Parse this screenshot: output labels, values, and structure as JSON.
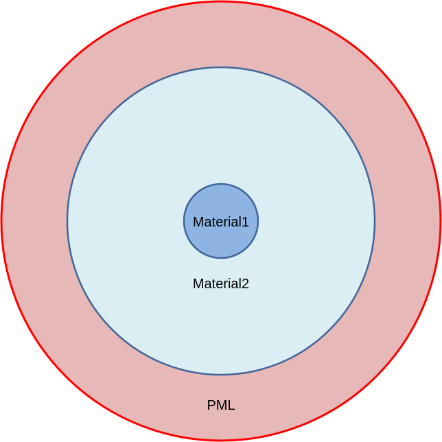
{
  "diagram": {
    "regions": [
      {
        "id": "pml",
        "label": "PML",
        "fill": "#E6B8B7",
        "stroke": "#FF0000"
      },
      {
        "id": "material2",
        "label": "Material2",
        "fill": "#DAEEF3",
        "stroke": "#41659A"
      },
      {
        "id": "material1",
        "label": "Material1",
        "fill": "#8EB4E3",
        "stroke": "#41659A"
      }
    ]
  }
}
